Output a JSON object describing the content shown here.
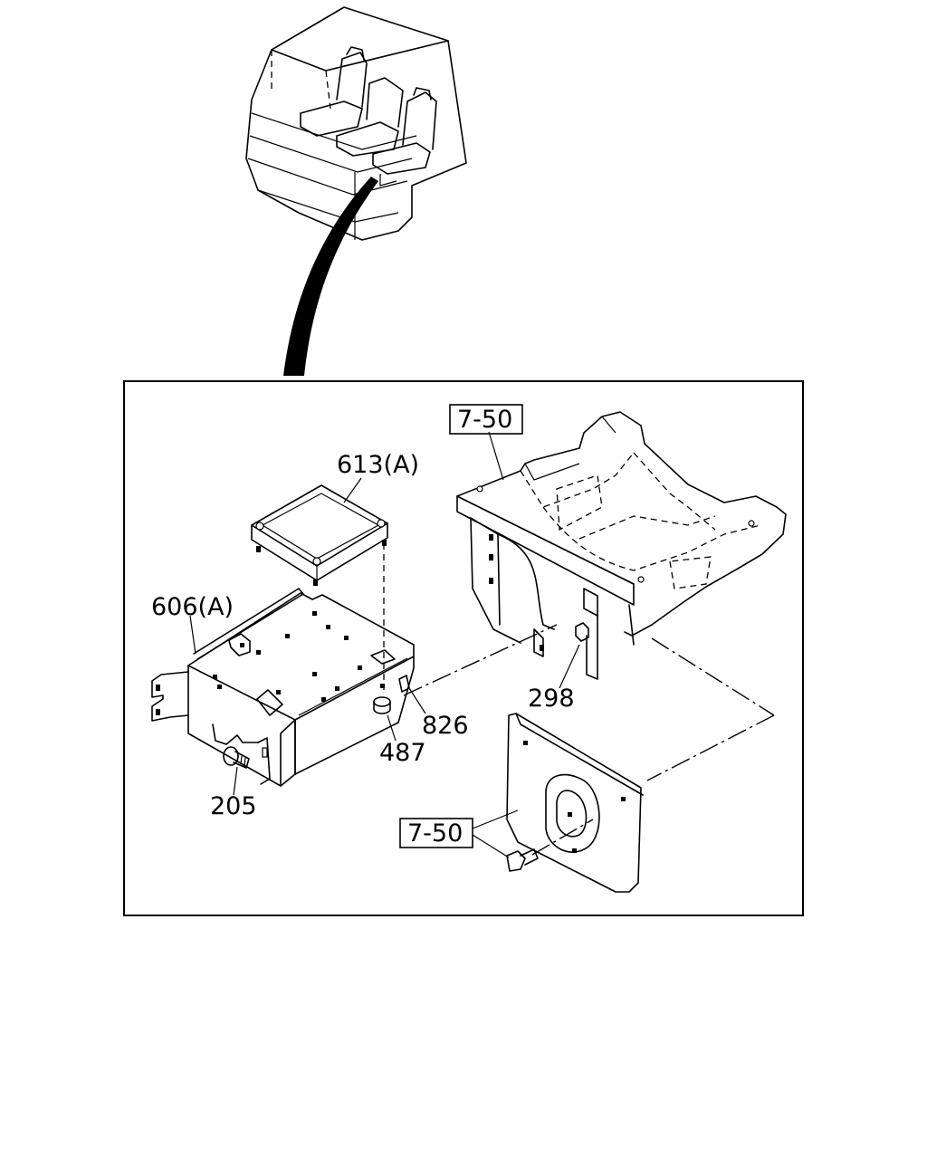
{
  "callouts": {
    "ecu": "613(A)",
    "bracket": "606(A)",
    "ref_top": "7-50",
    "ref_bottom": "7-50",
    "nut_298": "298",
    "stud_826": "826",
    "grommet_487": "487",
    "bolt_205": "205"
  }
}
